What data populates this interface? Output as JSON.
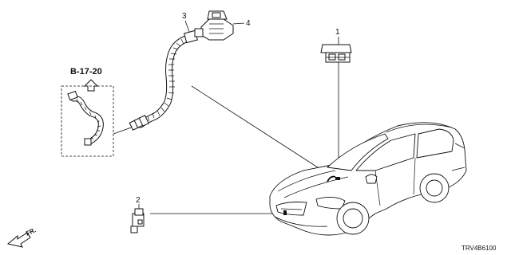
{
  "callouts": {
    "part1": "1",
    "part2": "2",
    "part3": "3",
    "part4": "4"
  },
  "reference": {
    "label": "B-17-20"
  },
  "direction": {
    "label": "FR."
  },
  "diagram_code": "TRV4B6100"
}
